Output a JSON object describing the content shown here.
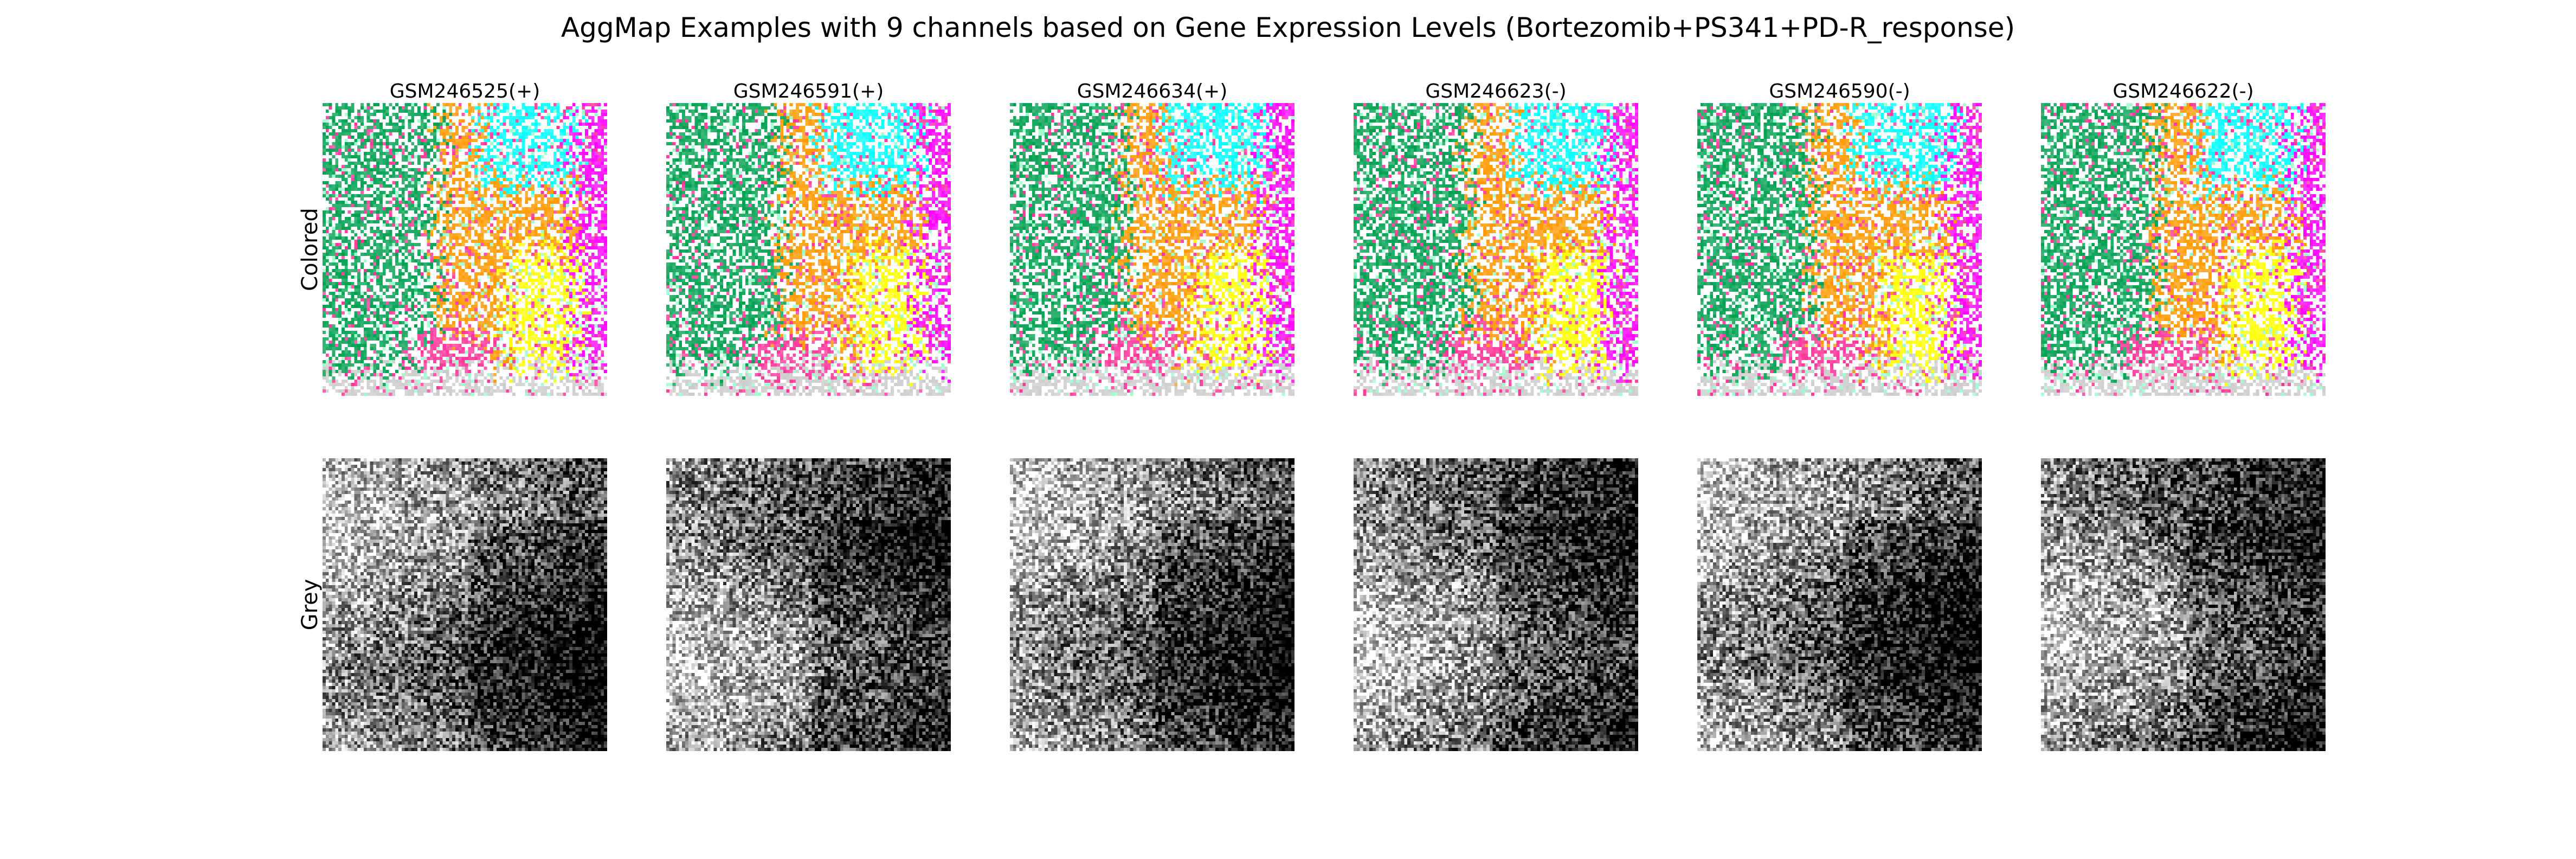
{
  "title": "AggMap Examples with 9 channels based on Gene Expression Levels (Bortezomib+PS341+PD-R_response)",
  "row_labels": [
    "Colored",
    "Grey"
  ],
  "samples": [
    {
      "label": "GSM246525(+)"
    },
    {
      "label": "GSM246591(+)"
    },
    {
      "label": "GSM246634(+)"
    },
    {
      "label": "GSM246623(-)"
    },
    {
      "label": "GSM246590(-)"
    },
    {
      "label": "GSM246622(-)"
    }
  ],
  "channel_colors": [
    "#00a050",
    "#ffffff",
    "#00ffff",
    "#ff00ff",
    "#ff9900",
    "#ffff00",
    "#ff3399",
    "#cccccc",
    "#99ffcc"
  ]
}
